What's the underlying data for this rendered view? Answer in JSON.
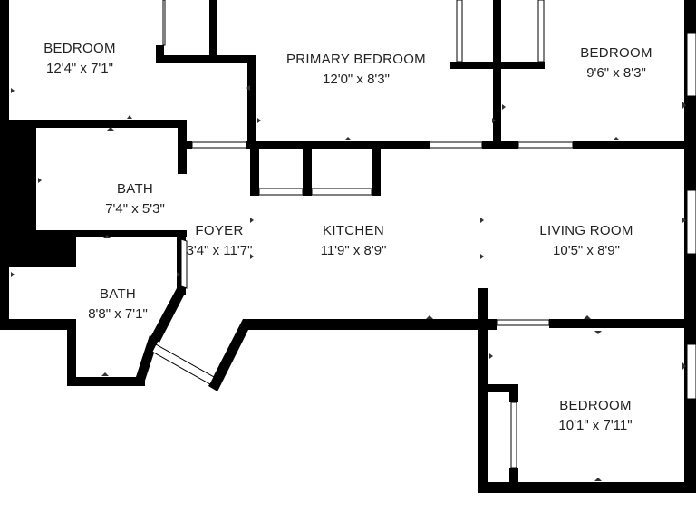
{
  "floorplan": {
    "rooms": [
      {
        "id": "bedroom-nw",
        "name": "BEDROOM",
        "dims": "12'4\" x 7'1\""
      },
      {
        "id": "primary-bedroom",
        "name": "PRIMARY BEDROOM",
        "dims": "12'0\" x 8'3\""
      },
      {
        "id": "bedroom-ne",
        "name": "BEDROOM",
        "dims": "9'6\" x 8'3\""
      },
      {
        "id": "bath-upper",
        "name": "BATH",
        "dims": "7'4\" x 5'3\""
      },
      {
        "id": "foyer",
        "name": "FOYER",
        "dims": "3'4\" x 11'7\""
      },
      {
        "id": "kitchen",
        "name": "KITCHEN",
        "dims": "11'9\" x 8'9\""
      },
      {
        "id": "living-room",
        "name": "LIVING ROOM",
        "dims": "10'5\" x 8'9\""
      },
      {
        "id": "bath-lower",
        "name": "BATH",
        "dims": "8'8\" x 7'1\""
      },
      {
        "id": "bedroom-se",
        "name": "BEDROOM",
        "dims": "10'1\" x 7'11\""
      }
    ],
    "colors": {
      "wall": "#000000",
      "background": "#ffffff",
      "label": "#222222"
    }
  }
}
